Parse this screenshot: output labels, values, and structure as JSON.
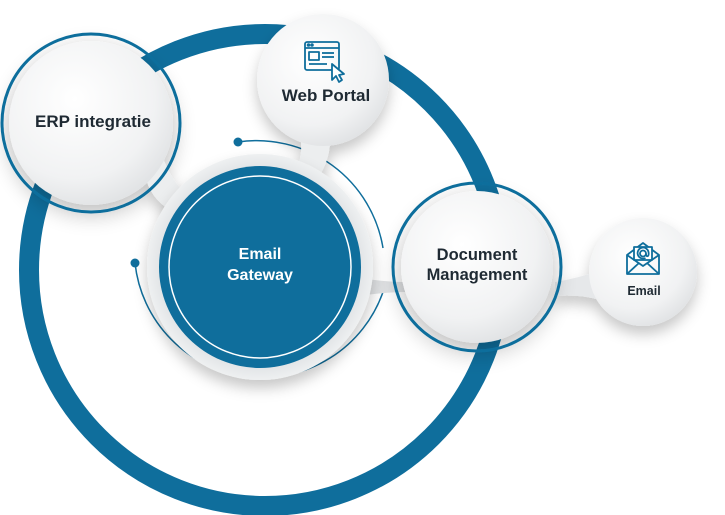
{
  "diagram": {
    "center": {
      "line1": "Email",
      "line2": "Gateway"
    },
    "nodes": {
      "erp": {
        "label": "ERP integratie"
      },
      "web_portal": {
        "label": "Web Portal",
        "icon": "web-portal-icon"
      },
      "document_management": {
        "line1": "Document",
        "line2": "Management"
      },
      "email": {
        "label": "Email",
        "icon": "envelope-icon"
      }
    },
    "colors": {
      "primary_blue": "#0f6e9c",
      "bubble_fill": "#f2f3f4",
      "bubble_shadow": "#c9ccd0",
      "text_dark": "#1f2a33",
      "text_light": "#ffffff"
    }
  }
}
